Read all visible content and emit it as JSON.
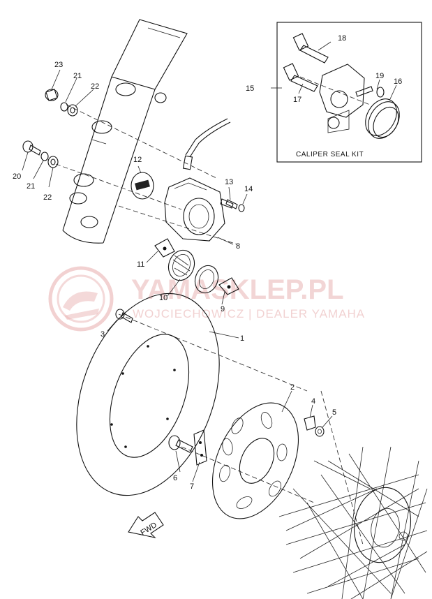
{
  "callouts": {
    "c1": "1",
    "c2": "2",
    "c3": "3",
    "c4": "4",
    "c5": "5",
    "c6": "6",
    "c7": "7",
    "c8": "8",
    "c9": "9",
    "c10": "10",
    "c11": "11",
    "c12": "12",
    "c13": "13",
    "c14": "14",
    "c15": "15",
    "c16": "16",
    "c17": "17",
    "c18": "18",
    "c19": "19",
    "c20": "20",
    "c21a": "21",
    "c21b": "21",
    "c22a": "22",
    "c22b": "22",
    "c23": "23"
  },
  "kit_box": {
    "label": "CALIPER SEAL KIT"
  },
  "fwd_label": "FWD",
  "watermark": {
    "brand": "YAMASKLEP.PL",
    "tagline": "WOJCIECHOWICZ | DEALER YAMAHA",
    "color": "#e9b3b3"
  }
}
